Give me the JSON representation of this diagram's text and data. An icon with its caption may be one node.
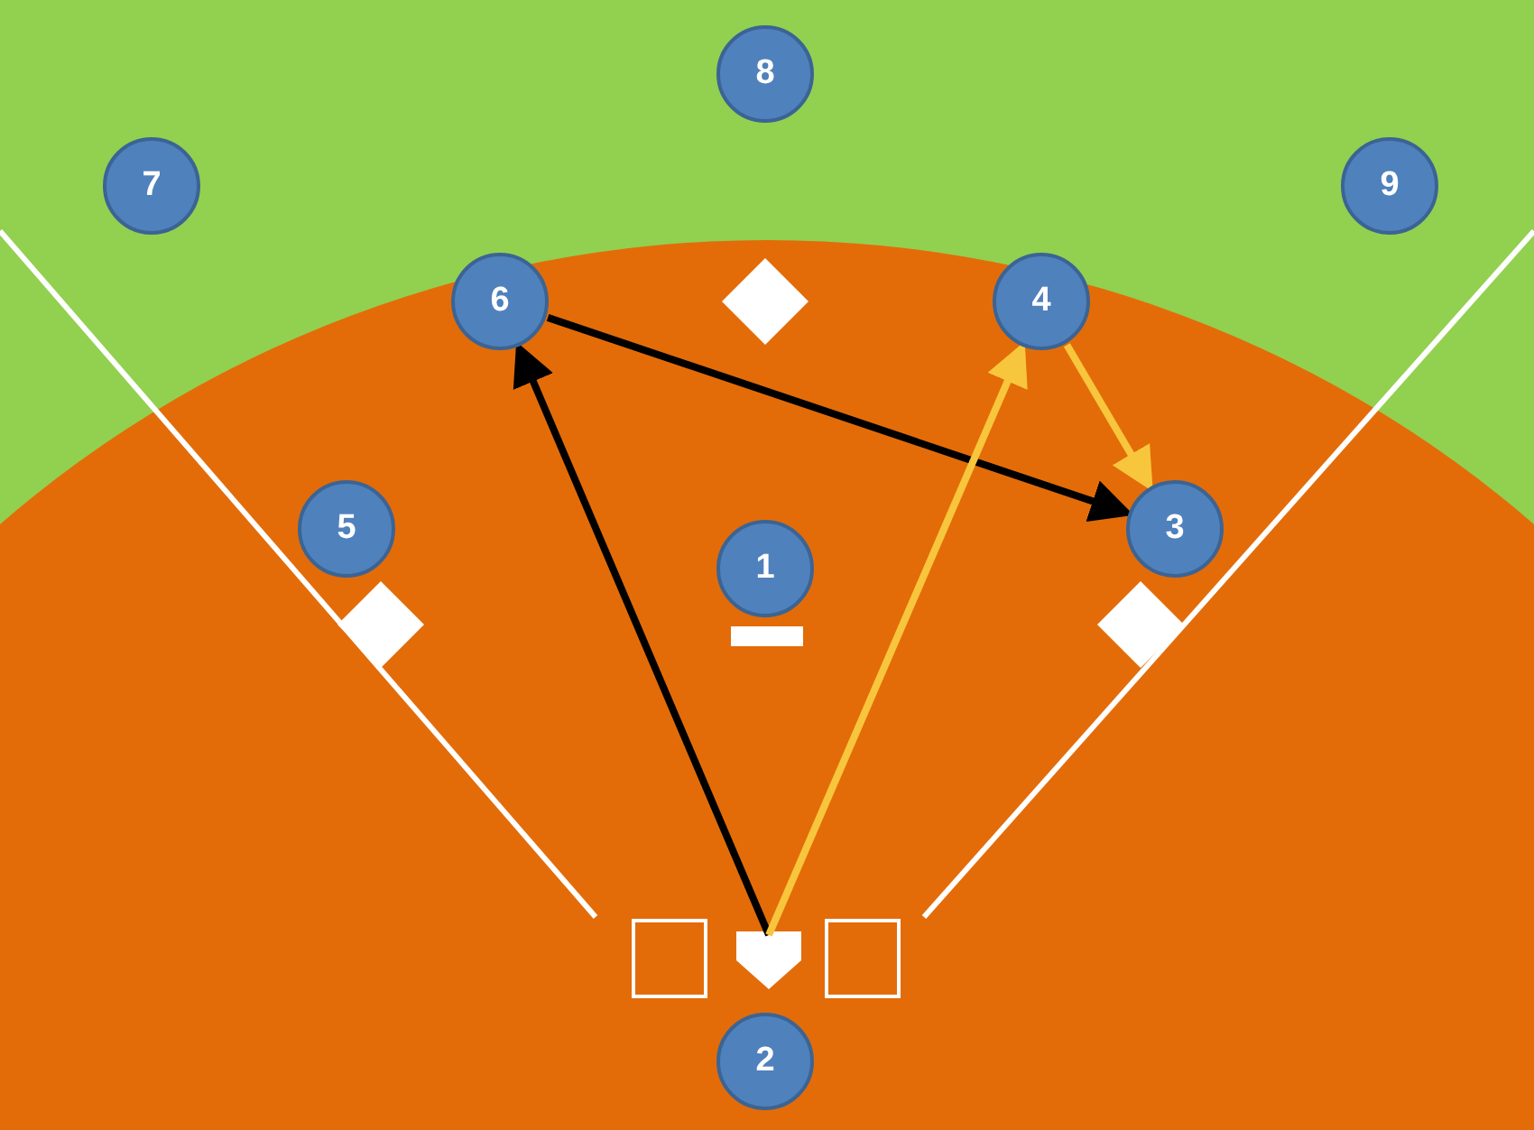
{
  "diagram": {
    "nodes": [
      {
        "text": [
          "8"
        ]
      },
      {
        "text": [
          "7"
        ]
      },
      {
        "text": [
          "9"
        ]
      },
      {
        "text": [
          "6"
        ]
      },
      {
        "text": [
          "4"
        ]
      },
      {
        "text": [
          "5"
        ]
      },
      {
        "text": [
          "3"
        ]
      },
      {
        "text": [
          "1"
        ]
      },
      {
        "text": [],
        "shape": "pentagon"
      },
      {
        "text": [
          "2"
        ]
      }
    ],
    "edges": [
      {
        "from": 8,
        "to": 3,
        "arrow": "to",
        "color": "#000000"
      },
      {
        "from": 3,
        "to": 6,
        "arrow": "to",
        "color": "#000000"
      },
      {
        "from": 8,
        "to": 4,
        "arrow": "to",
        "color": "#f8c63c"
      },
      {
        "from": 4,
        "to": 6,
        "arrow": "to",
        "color": "#f8c63c"
      }
    ]
  }
}
